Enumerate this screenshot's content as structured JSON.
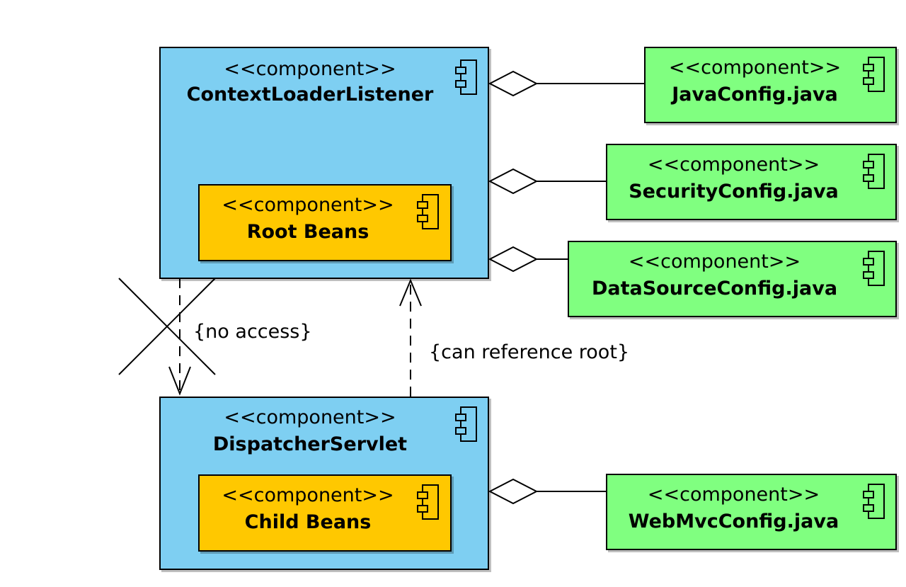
{
  "stereotype": "<<component>>",
  "components": {
    "context_loader_listener": {
      "name": "ContextLoaderListener",
      "color": "#7ecff2"
    },
    "root_beans": {
      "name": "Root Beans",
      "color": "#ffc800"
    },
    "dispatcher_servlet": {
      "name": "DispatcherServlet",
      "color": "#7ecff2"
    },
    "child_beans": {
      "name": "Child Beans",
      "color": "#ffc800"
    },
    "java_config": {
      "name": "JavaConfig.java",
      "color": "#80ff80"
    },
    "security_config": {
      "name": "SecurityConfig.java",
      "color": "#80ff80"
    },
    "datasource_config": {
      "name": "DataSourceConfig.java",
      "color": "#80ff80"
    },
    "webmvc_config": {
      "name": "WebMvcConfig.java",
      "color": "#80ff80"
    }
  },
  "notes": {
    "no_access": "{no access}",
    "can_reference_root": "{can reference root}"
  }
}
